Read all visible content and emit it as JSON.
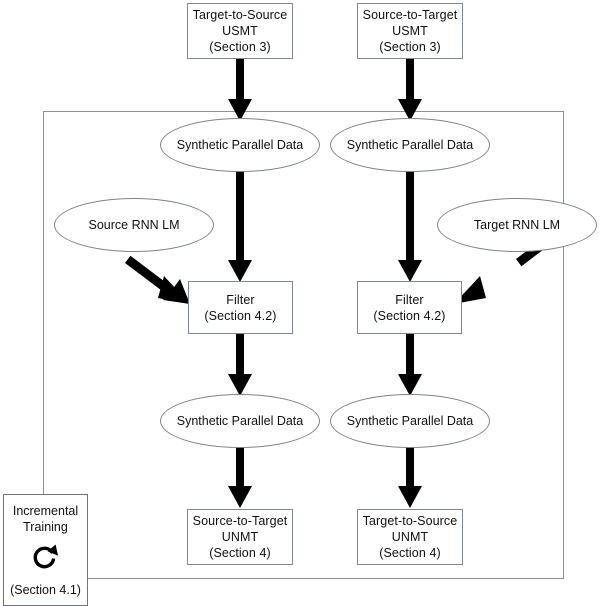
{
  "diagram": {
    "title_semantic": "unsupervised-nmt-pipeline-flowchart",
    "colors": {
      "box_border": "#808790",
      "ellipse_border": "#7d838c",
      "container_border": "#8b9099",
      "arrow": "#000000",
      "text": "#111111",
      "background": "#ffffff"
    },
    "top_nodes": [
      {
        "id": "target-to-source-usmt",
        "lines": [
          "Target-to-Source",
          "USMT",
          "(Section 3)"
        ]
      },
      {
        "id": "source-to-target-usmt",
        "lines": [
          "Source-to-Target",
          "USMT",
          "(Section 3)"
        ]
      }
    ],
    "upper_data_nodes": [
      {
        "id": "synthetic-parallel-data-left-upper",
        "label": "Synthetic Parallel Data"
      },
      {
        "id": "synthetic-parallel-data-right-upper",
        "label": "Synthetic Parallel Data"
      }
    ],
    "lm_nodes": [
      {
        "id": "source-rnn-lm",
        "label": "Source RNN LM"
      },
      {
        "id": "target-rnn-lm",
        "label": "Target RNN LM"
      }
    ],
    "filter_nodes": [
      {
        "id": "filter-left",
        "lines": [
          "Filter",
          "(Section 4.2)"
        ]
      },
      {
        "id": "filter-right",
        "lines": [
          "Filter",
          "(Section 4.2)"
        ]
      }
    ],
    "lower_data_nodes": [
      {
        "id": "synthetic-parallel-data-left-lower",
        "label": "Synthetic Parallel Data"
      },
      {
        "id": "synthetic-parallel-data-right-lower",
        "label": "Synthetic Parallel Data"
      }
    ],
    "bottom_nodes": [
      {
        "id": "source-to-target-unmt",
        "lines": [
          "Source-to-Target",
          "UNMT",
          "(Section 4)"
        ]
      },
      {
        "id": "target-to-source-unmt",
        "lines": [
          "Target-to-Source",
          "UNMT",
          "(Section 4)"
        ]
      }
    ],
    "incremental": {
      "id": "incremental-training",
      "title_line_1": "Incremental",
      "title_line_2": "Training",
      "icon": "circular-loop-arrow-icon",
      "section": "(Section 4.1)"
    }
  }
}
